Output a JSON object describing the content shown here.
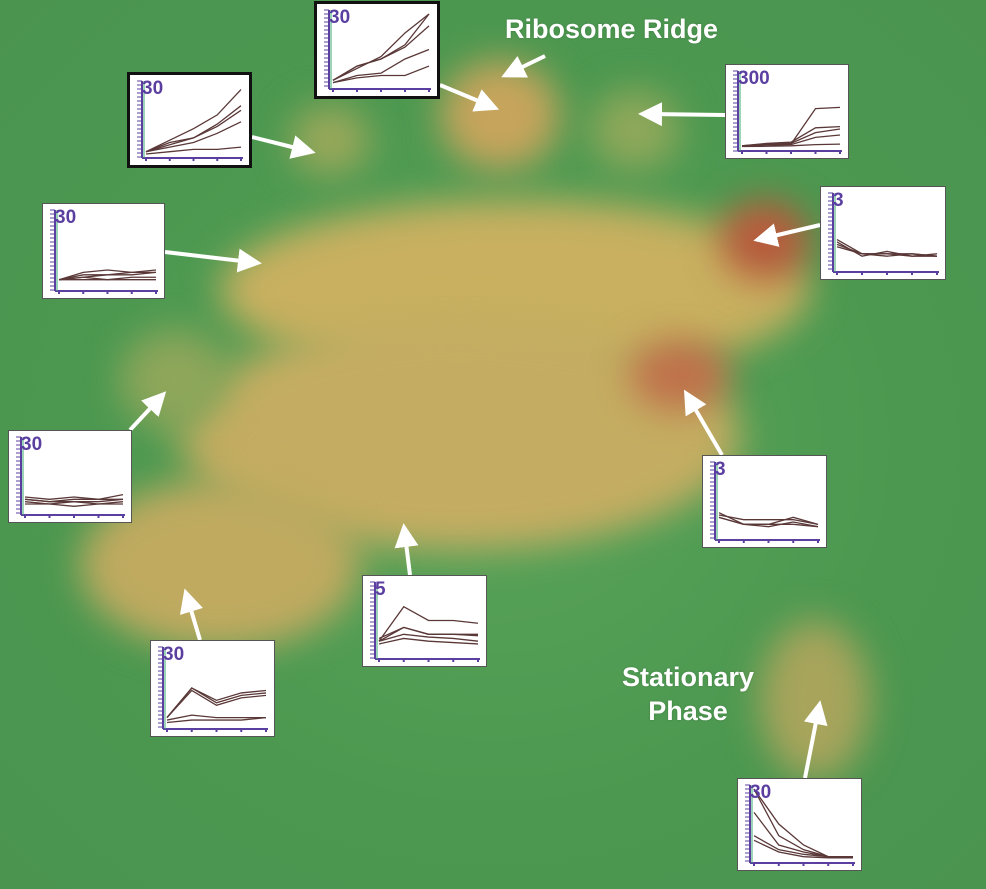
{
  "labels": {
    "ribosome_ridge": "Ribosome Ridge",
    "stationary_line1": "Stationary",
    "stationary_line2": "Phase"
  },
  "colors": {
    "background": "#4f9a55",
    "peak": "#c9a45e",
    "summit": "#b8503a",
    "line": "#5a3838",
    "axis": "#5b3fa0"
  },
  "chart_data": [
    {
      "type": "line",
      "id": "top-center",
      "ymax_label": "30",
      "ylim": [
        0,
        30
      ],
      "x": [
        1,
        2,
        3,
        4,
        5
      ],
      "series": [
        [
          2,
          7,
          12,
          22,
          30
        ],
        [
          2,
          8,
          11,
          17,
          30
        ],
        [
          2,
          8,
          11,
          16,
          25
        ],
        [
          1,
          4,
          5,
          11,
          15
        ],
        [
          1,
          3,
          4,
          4,
          8
        ]
      ]
    },
    {
      "type": "line",
      "id": "top-left",
      "ymax_label": "30",
      "ylim": [
        0,
        30
      ],
      "x": [
        1,
        2,
        3,
        4,
        5
      ],
      "series": [
        [
          1,
          6,
          11,
          17,
          28
        ],
        [
          1,
          5,
          7,
          13,
          21
        ],
        [
          1,
          4,
          7,
          12,
          19
        ],
        [
          1,
          3,
          5,
          9,
          14
        ],
        [
          0,
          1,
          2,
          2,
          3
        ]
      ]
    },
    {
      "type": "line",
      "id": "top-right",
      "ymax_label": "300",
      "ylim": [
        0,
        300
      ],
      "x": [
        1,
        2,
        3,
        4,
        5
      ],
      "series": [
        [
          5,
          10,
          12,
          160,
          165
        ],
        [
          5,
          15,
          20,
          80,
          85
        ],
        [
          5,
          12,
          15,
          60,
          75
        ],
        [
          3,
          8,
          10,
          40,
          50
        ],
        [
          2,
          3,
          5,
          10,
          12
        ]
      ]
    },
    {
      "type": "line",
      "id": "right",
      "ymax_label": "3",
      "ylim": [
        0,
        3
      ],
      "x": [
        1,
        2,
        3,
        4,
        5
      ],
      "series": [
        [
          1.2,
          0.6,
          0.6,
          0.6,
          0.5
        ],
        [
          1.0,
          0.6,
          0.6,
          0.5,
          0.5
        ],
        [
          1.1,
          0.5,
          0.7,
          0.5,
          0.6
        ],
        [
          0.9,
          0.6,
          0.5,
          0.6,
          0.5
        ]
      ]
    },
    {
      "type": "line",
      "id": "left-upper",
      "ymax_label": "30",
      "ylim": [
        0,
        30
      ],
      "x": [
        1,
        2,
        3,
        4,
        5
      ],
      "series": [
        [
          3,
          6,
          7,
          6,
          7
        ],
        [
          3,
          5,
          5,
          6,
          6
        ],
        [
          3,
          4,
          5,
          5,
          6
        ],
        [
          3,
          4,
          3,
          4,
          4
        ],
        [
          3,
          3,
          3,
          3,
          3
        ]
      ]
    },
    {
      "type": "line",
      "id": "left-middle",
      "ymax_label": "30",
      "ylim": [
        0,
        30
      ],
      "x": [
        1,
        2,
        3,
        4,
        5
      ],
      "series": [
        [
          6,
          5,
          6,
          5,
          7
        ],
        [
          5,
          4,
          5,
          5,
          5
        ],
        [
          5,
          4,
          4,
          4,
          5
        ],
        [
          4,
          3,
          4,
          3,
          4
        ],
        [
          3,
          3,
          2,
          3,
          3
        ]
      ]
    },
    {
      "type": "line",
      "id": "right-middle",
      "ymax_label": "3",
      "ylim": [
        0,
        3
      ],
      "x": [
        1,
        2,
        3,
        4,
        5
      ],
      "series": [
        [
          1.0,
          0.5,
          0.5,
          0.8,
          0.5
        ],
        [
          0.9,
          0.7,
          0.7,
          0.7,
          0.5
        ],
        [
          0.8,
          0.5,
          0.4,
          0.6,
          0.4
        ],
        [
          0.8,
          0.5,
          0.5,
          0.5,
          0.4
        ]
      ]
    },
    {
      "type": "line",
      "id": "center-bottom",
      "ymax_label": "5",
      "ylim": [
        0,
        5
      ],
      "x": [
        1,
        2,
        3,
        4,
        5
      ],
      "series": [
        [
          1,
          3.5,
          2.5,
          2.5,
          2.3
        ],
        [
          1,
          2,
          1.5,
          1.5,
          1.5
        ],
        [
          1.2,
          2,
          1.5,
          1.5,
          1.4
        ],
        [
          1,
          1.5,
          1.3,
          1.2,
          1
        ],
        [
          0.8,
          1.2,
          1.0,
          0.9,
          0.8
        ]
      ]
    },
    {
      "type": "line",
      "id": "bottom-left",
      "ymax_label": "30",
      "ylim": [
        0,
        30
      ],
      "x": [
        1,
        2,
        3,
        4,
        5
      ],
      "series": [
        [
          3,
          15,
          10,
          13,
          14
        ],
        [
          3,
          15,
          9,
          12,
          13
        ],
        [
          3,
          14,
          8,
          11,
          12
        ],
        [
          2,
          4,
          3,
          3,
          3
        ],
        [
          1,
          2,
          2,
          2,
          3
        ]
      ]
    },
    {
      "type": "line",
      "id": "bottom-right",
      "ymax_label": "30",
      "ylim": [
        0,
        30
      ],
      "x": [
        1,
        2,
        3,
        4,
        5
      ],
      "series": [
        [
          30,
          10,
          4,
          1,
          1
        ],
        [
          30,
          15,
          6,
          1,
          1
        ],
        [
          20,
          6,
          3,
          1,
          1
        ],
        [
          10,
          4,
          2,
          1,
          0.5
        ],
        [
          8,
          3,
          1,
          0.5,
          0.5
        ]
      ]
    }
  ]
}
